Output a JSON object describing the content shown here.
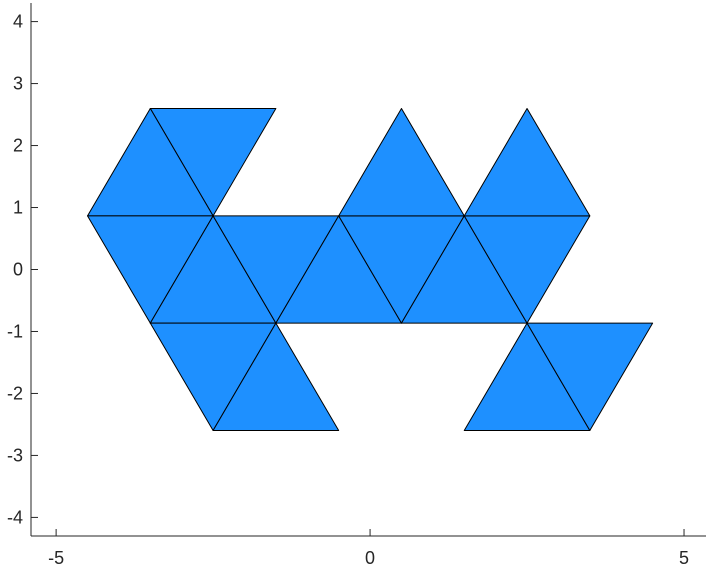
{
  "chart_data": {
    "type": "polygon",
    "xlim": [
      -5.4,
      5.35
    ],
    "ylim": [
      -4.3,
      4.3
    ],
    "xticks": [
      {
        "value": -5,
        "label": "-5"
      },
      {
        "value": 0,
        "label": "0"
      },
      {
        "value": 5,
        "label": "5"
      }
    ],
    "yticks": [
      {
        "value": -4,
        "label": "-4"
      },
      {
        "value": -3,
        "label": "-3"
      },
      {
        "value": -2,
        "label": "-2"
      },
      {
        "value": -1,
        "label": "-1"
      },
      {
        "value": 0,
        "label": "0"
      },
      {
        "value": 1,
        "label": "1"
      },
      {
        "value": 2,
        "label": "2"
      },
      {
        "value": 3,
        "label": "3"
      },
      {
        "value": 4,
        "label": "4"
      }
    ],
    "grid": false,
    "fill_color": "#1e90ff",
    "edge_color": "#000000",
    "triangles": [
      [
        [
          -3.5,
          2.598
        ],
        [
          -1.5,
          2.598
        ],
        [
          -2.5,
          0.866
        ]
      ],
      [
        [
          -3.5,
          2.598
        ],
        [
          -4.5,
          0.866
        ],
        [
          -2.5,
          0.866
        ]
      ],
      [
        [
          -4.5,
          0.866
        ],
        [
          -2.5,
          0.866
        ],
        [
          -3.5,
          -0.866
        ]
      ],
      [
        [
          -2.5,
          0.866
        ],
        [
          -3.5,
          -0.866
        ],
        [
          -1.5,
          -0.866
        ]
      ],
      [
        [
          -2.5,
          0.866
        ],
        [
          -0.5,
          0.866
        ],
        [
          -1.5,
          -0.866
        ]
      ],
      [
        [
          -0.5,
          0.866
        ],
        [
          -1.5,
          -0.866
        ],
        [
          0.5,
          -0.866
        ]
      ],
      [
        [
          -0.5,
          0.866
        ],
        [
          1.5,
          0.866
        ],
        [
          0.5,
          -0.866
        ]
      ],
      [
        [
          1.5,
          0.866
        ],
        [
          0.5,
          -0.866
        ],
        [
          2.5,
          -0.866
        ]
      ],
      [
        [
          1.5,
          0.866
        ],
        [
          3.5,
          0.866
        ],
        [
          2.5,
          -0.866
        ]
      ],
      [
        [
          0.5,
          2.598
        ],
        [
          -0.5,
          0.866
        ],
        [
          1.5,
          0.866
        ]
      ],
      [
        [
          2.5,
          2.598
        ],
        [
          1.5,
          0.866
        ],
        [
          3.5,
          0.866
        ]
      ],
      [
        [
          -3.5,
          -0.866
        ],
        [
          -1.5,
          -0.866
        ],
        [
          -2.5,
          -2.598
        ]
      ],
      [
        [
          -1.5,
          -0.866
        ],
        [
          -2.5,
          -2.598
        ],
        [
          -0.5,
          -2.598
        ]
      ],
      [
        [
          2.5,
          -0.866
        ],
        [
          1.5,
          -2.598
        ],
        [
          3.5,
          -2.598
        ]
      ],
      [
        [
          2.5,
          -0.866
        ],
        [
          4.5,
          -0.866
        ],
        [
          3.5,
          -2.598
        ]
      ]
    ]
  }
}
